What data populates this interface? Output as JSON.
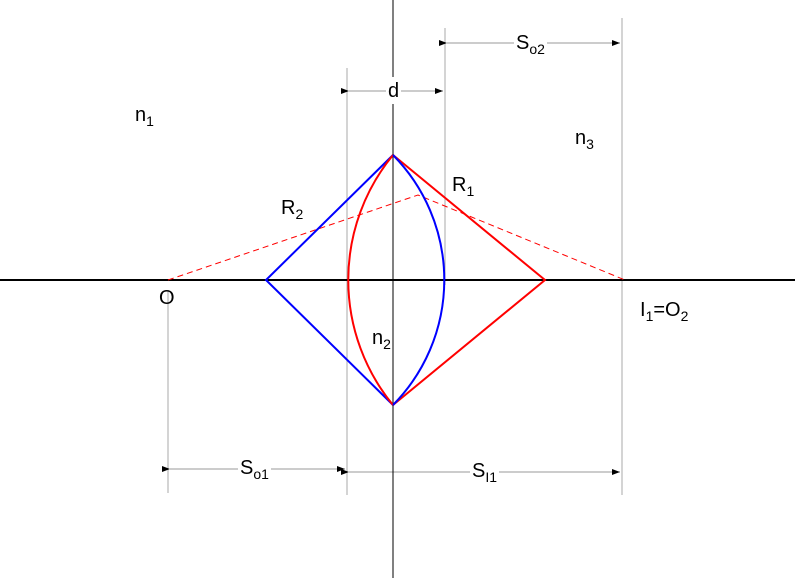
{
  "labels": {
    "n1": {
      "base": "n",
      "sub": "1"
    },
    "n2": {
      "base": "n",
      "sub": "2"
    },
    "n3": {
      "base": "n",
      "sub": "3"
    },
    "R1": {
      "base": "R",
      "sub": "1"
    },
    "R2": {
      "base": "R",
      "sub": "2"
    },
    "O": "O",
    "I1": {
      "base": "I",
      "sub": "1"
    },
    "eq": "=",
    "O2": {
      "base": "O",
      "sub": "2"
    },
    "d": "d",
    "So1": {
      "base": "S",
      "sub": "o1"
    },
    "SI1": {
      "base": "S",
      "sub": "I1"
    },
    "So2": {
      "base": "S",
      "sub": "o2"
    }
  },
  "colors": {
    "surface1": "#ff0000",
    "surface2": "#0000ff",
    "axis": "#000000",
    "dimension": "#999999"
  }
}
